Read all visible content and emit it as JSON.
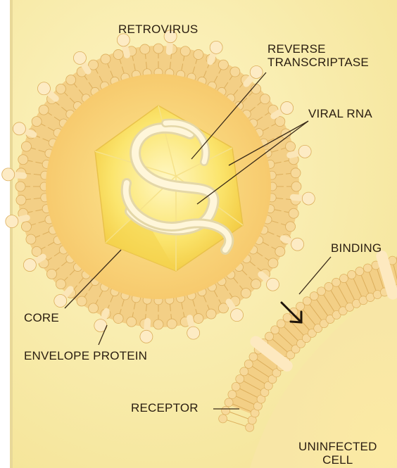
{
  "labels": {
    "retrovirus": "RETROVIRUS",
    "reverse_transcriptase_line1": "REVERSE",
    "reverse_transcriptase_line2": "TRANSCRIPTASE",
    "viral_rna": "VIRAL RNA",
    "binding": "BINDING",
    "core": "CORE",
    "envelope_protein": "ENVELOPE PROTEIN",
    "receptor": "RECEPTOR",
    "uninfected_cell_line1": "UNINFECTED",
    "uninfected_cell_line2": "CELL"
  },
  "colors": {
    "background": "#fbf1b6",
    "membrane": "#f3cf86",
    "membrane_edge": "#dcae5c",
    "core": "#fbe472",
    "rna": "#fff4d2",
    "text": "#2a1d10"
  }
}
